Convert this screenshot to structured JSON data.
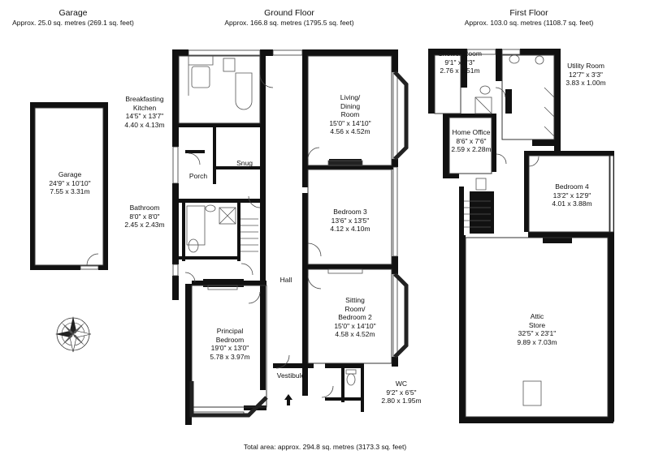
{
  "colors": {
    "wall": "#111111",
    "window": "#ffffff",
    "stroke": "#222222",
    "fixture": "#666666"
  },
  "headers": {
    "garage": {
      "title": "Garage",
      "area": "Approx. 25.0 sq. metres (269.1 sq. feet)"
    },
    "ground": {
      "title": "Ground Floor",
      "area": "Approx. 166.8 sq. metres (1795.5 sq. feet)"
    },
    "first": {
      "title": "First Floor",
      "area": "Approx. 103.0 sq. metres (1108.7 sq. feet)"
    }
  },
  "rooms": {
    "garage": {
      "name": "Garage",
      "imperial": "24'9\" x 10'10\"",
      "metric": "7.55 x 3.31m"
    },
    "kitchen": {
      "name1": "Breakfasting",
      "name2": "Kitchen",
      "imperial": "14'5\" x 13'7\"",
      "metric": "4.40 x 4.13m"
    },
    "living": {
      "name1": "Living/",
      "name2": "Dining",
      "name3": "Room",
      "imperial": "15'0\" x 14'10\"",
      "metric": "4.56 x 4.52m"
    },
    "porch": {
      "name": "Porch"
    },
    "snug": {
      "name": "Snug"
    },
    "bathroom": {
      "name": "Bathroom",
      "imperial": "8'0\" x 8'0\"",
      "metric": "2.45 x 2.43m"
    },
    "bedroom3": {
      "name": "Bedroom 3",
      "imperial": "13'6\" x 13'5\"",
      "metric": "4.12 x 4.10m"
    },
    "hall": {
      "name": "Hall"
    },
    "sitting": {
      "name1": "Sitting",
      "name2": "Room/",
      "name3": "Bedroom 2",
      "imperial": "15'0\" x 14'10\"",
      "metric": "4.58 x 4.52m"
    },
    "principal": {
      "name1": "Principal",
      "name2": "Bedroom",
      "imperial": "19'0\" x 13'0\"",
      "metric": "5.78 x 3.97m"
    },
    "vestibule": {
      "name": "Vestibule"
    },
    "wc": {
      "name": "WC",
      "imperial": "9'2\" x 6'5\"",
      "metric": "2.80 x 1.95m"
    },
    "shower": {
      "name": "Shower Room",
      "imperial": "9'1\" x 8'3\"",
      "metric": "2.76 x 2.51m"
    },
    "utility": {
      "name": "Utility Room",
      "imperial": "12'7\" x 3'3\"",
      "metric": "3.83 x 1.00m"
    },
    "office": {
      "name": "Home Office",
      "imperial": "8'6\" x 7'6\"",
      "metric": "2.59 x 2.28m"
    },
    "bedroom4": {
      "name": "Bedroom 4",
      "imperial": "13'2\" x 12'9\"",
      "metric": "4.01 x 3.88m"
    },
    "attic": {
      "name1": "Attic",
      "name2": "Store",
      "imperial": "32'5\" x 23'1\"",
      "metric": "9.89 x 7.03m"
    }
  },
  "total_area": "Total area: approx. 294.8 sq. metres (3173.3 sq. feet)",
  "icons": [
    "compass-rose-icon",
    "entrance-arrow-icon"
  ]
}
